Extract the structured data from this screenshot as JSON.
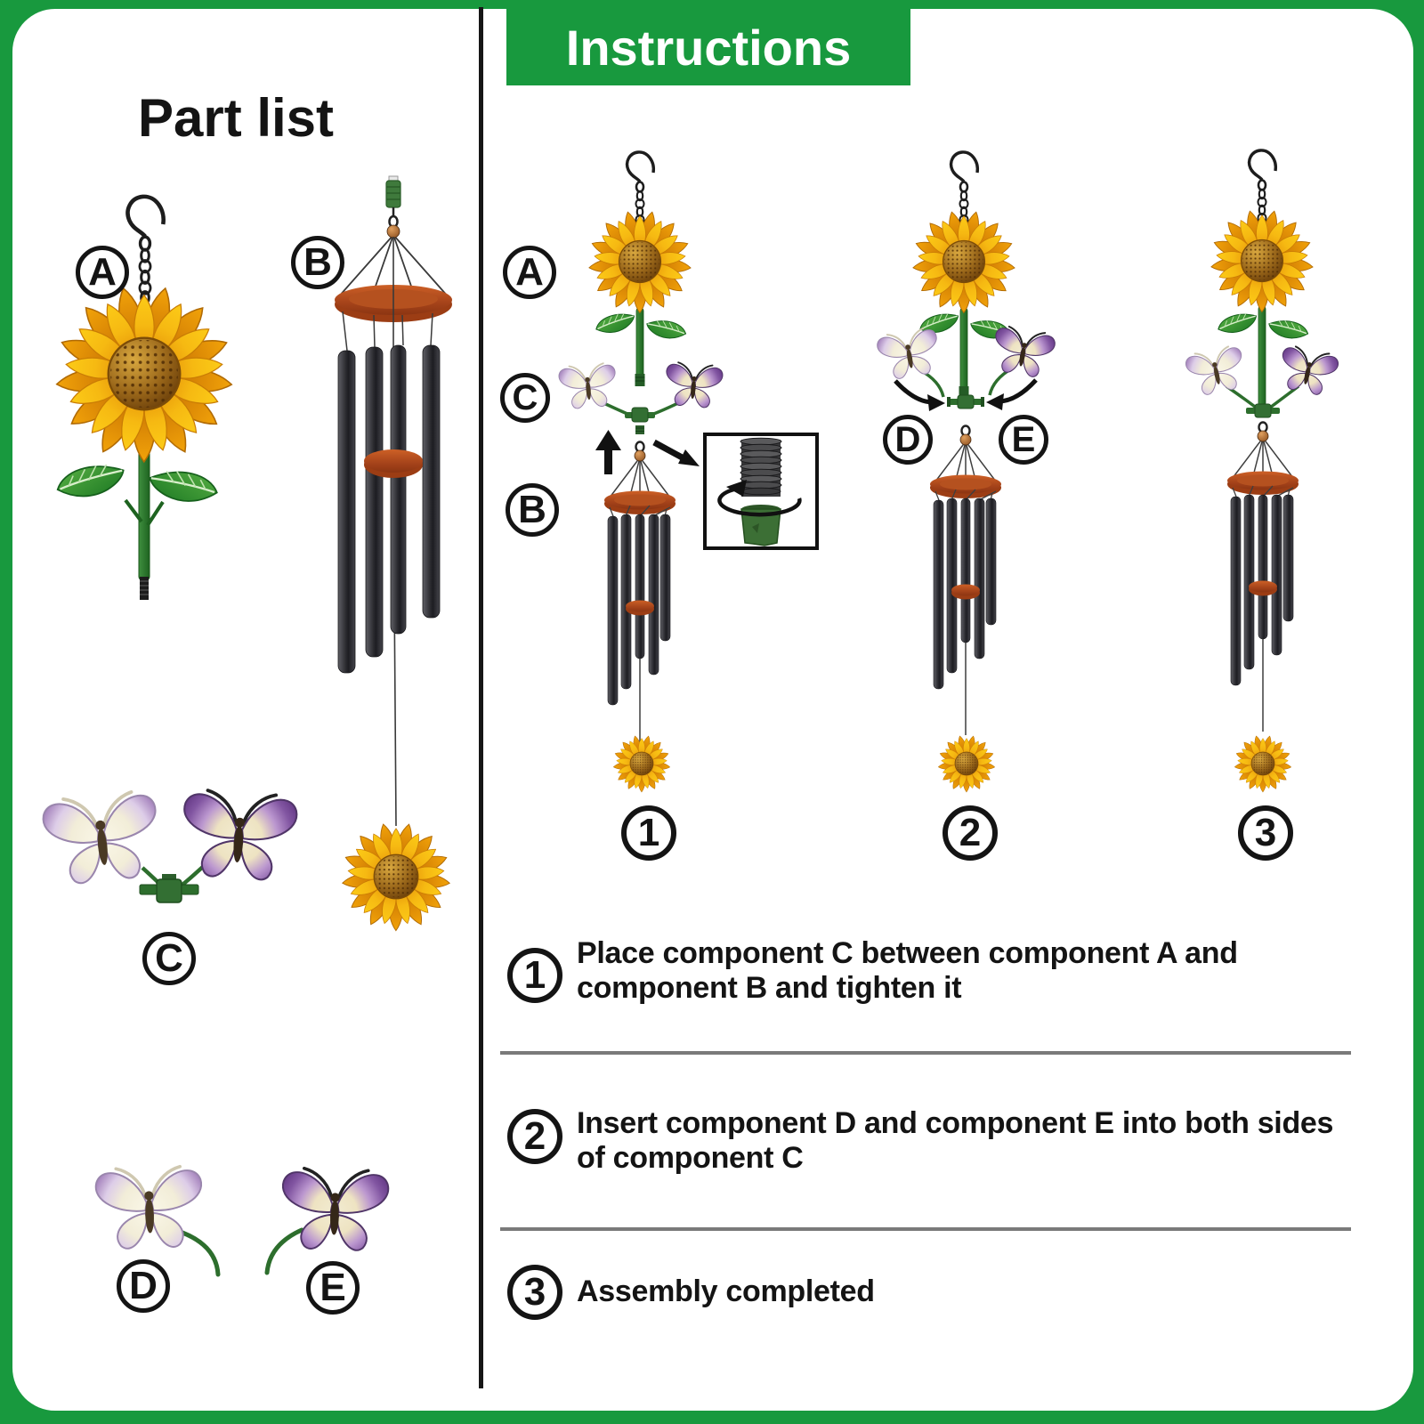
{
  "part_list": {
    "title": "Part list",
    "labels": {
      "a": "A",
      "b": "B",
      "c": "C",
      "d": "D",
      "e": "E"
    }
  },
  "instructions": {
    "title": "Instructions",
    "figures": [
      {
        "number": "1",
        "labels": {
          "a": "A",
          "c": "C",
          "b": "B"
        }
      },
      {
        "number": "2",
        "labels": {
          "d": "D",
          "e": "E"
        }
      },
      {
        "number": "3",
        "labels": {}
      }
    ],
    "steps": [
      {
        "num": "1",
        "text": "Place component C between component A and component B and tighten it"
      },
      {
        "num": "2",
        "text": "Insert component D and component E into both sides of component C"
      },
      {
        "num": "3",
        "text": "Assembly completed"
      }
    ]
  },
  "theme": {
    "frame_green": "#18993e",
    "text_black": "#141414",
    "divider_gray": "#7a7a7a",
    "sunflower_yellow": "#f6b514",
    "sunflower_center_brown": "#7c4c08",
    "leaf_green": "#2f8f2f",
    "stem_green": "#2d7a2e",
    "butterfly_purple": "#8256a2",
    "butterfly_cream": "#f2ecd2",
    "wood_brown": "#a5431a",
    "chime_tube_dark": "#2b2b30",
    "hook_black": "#1d1d1d"
  }
}
